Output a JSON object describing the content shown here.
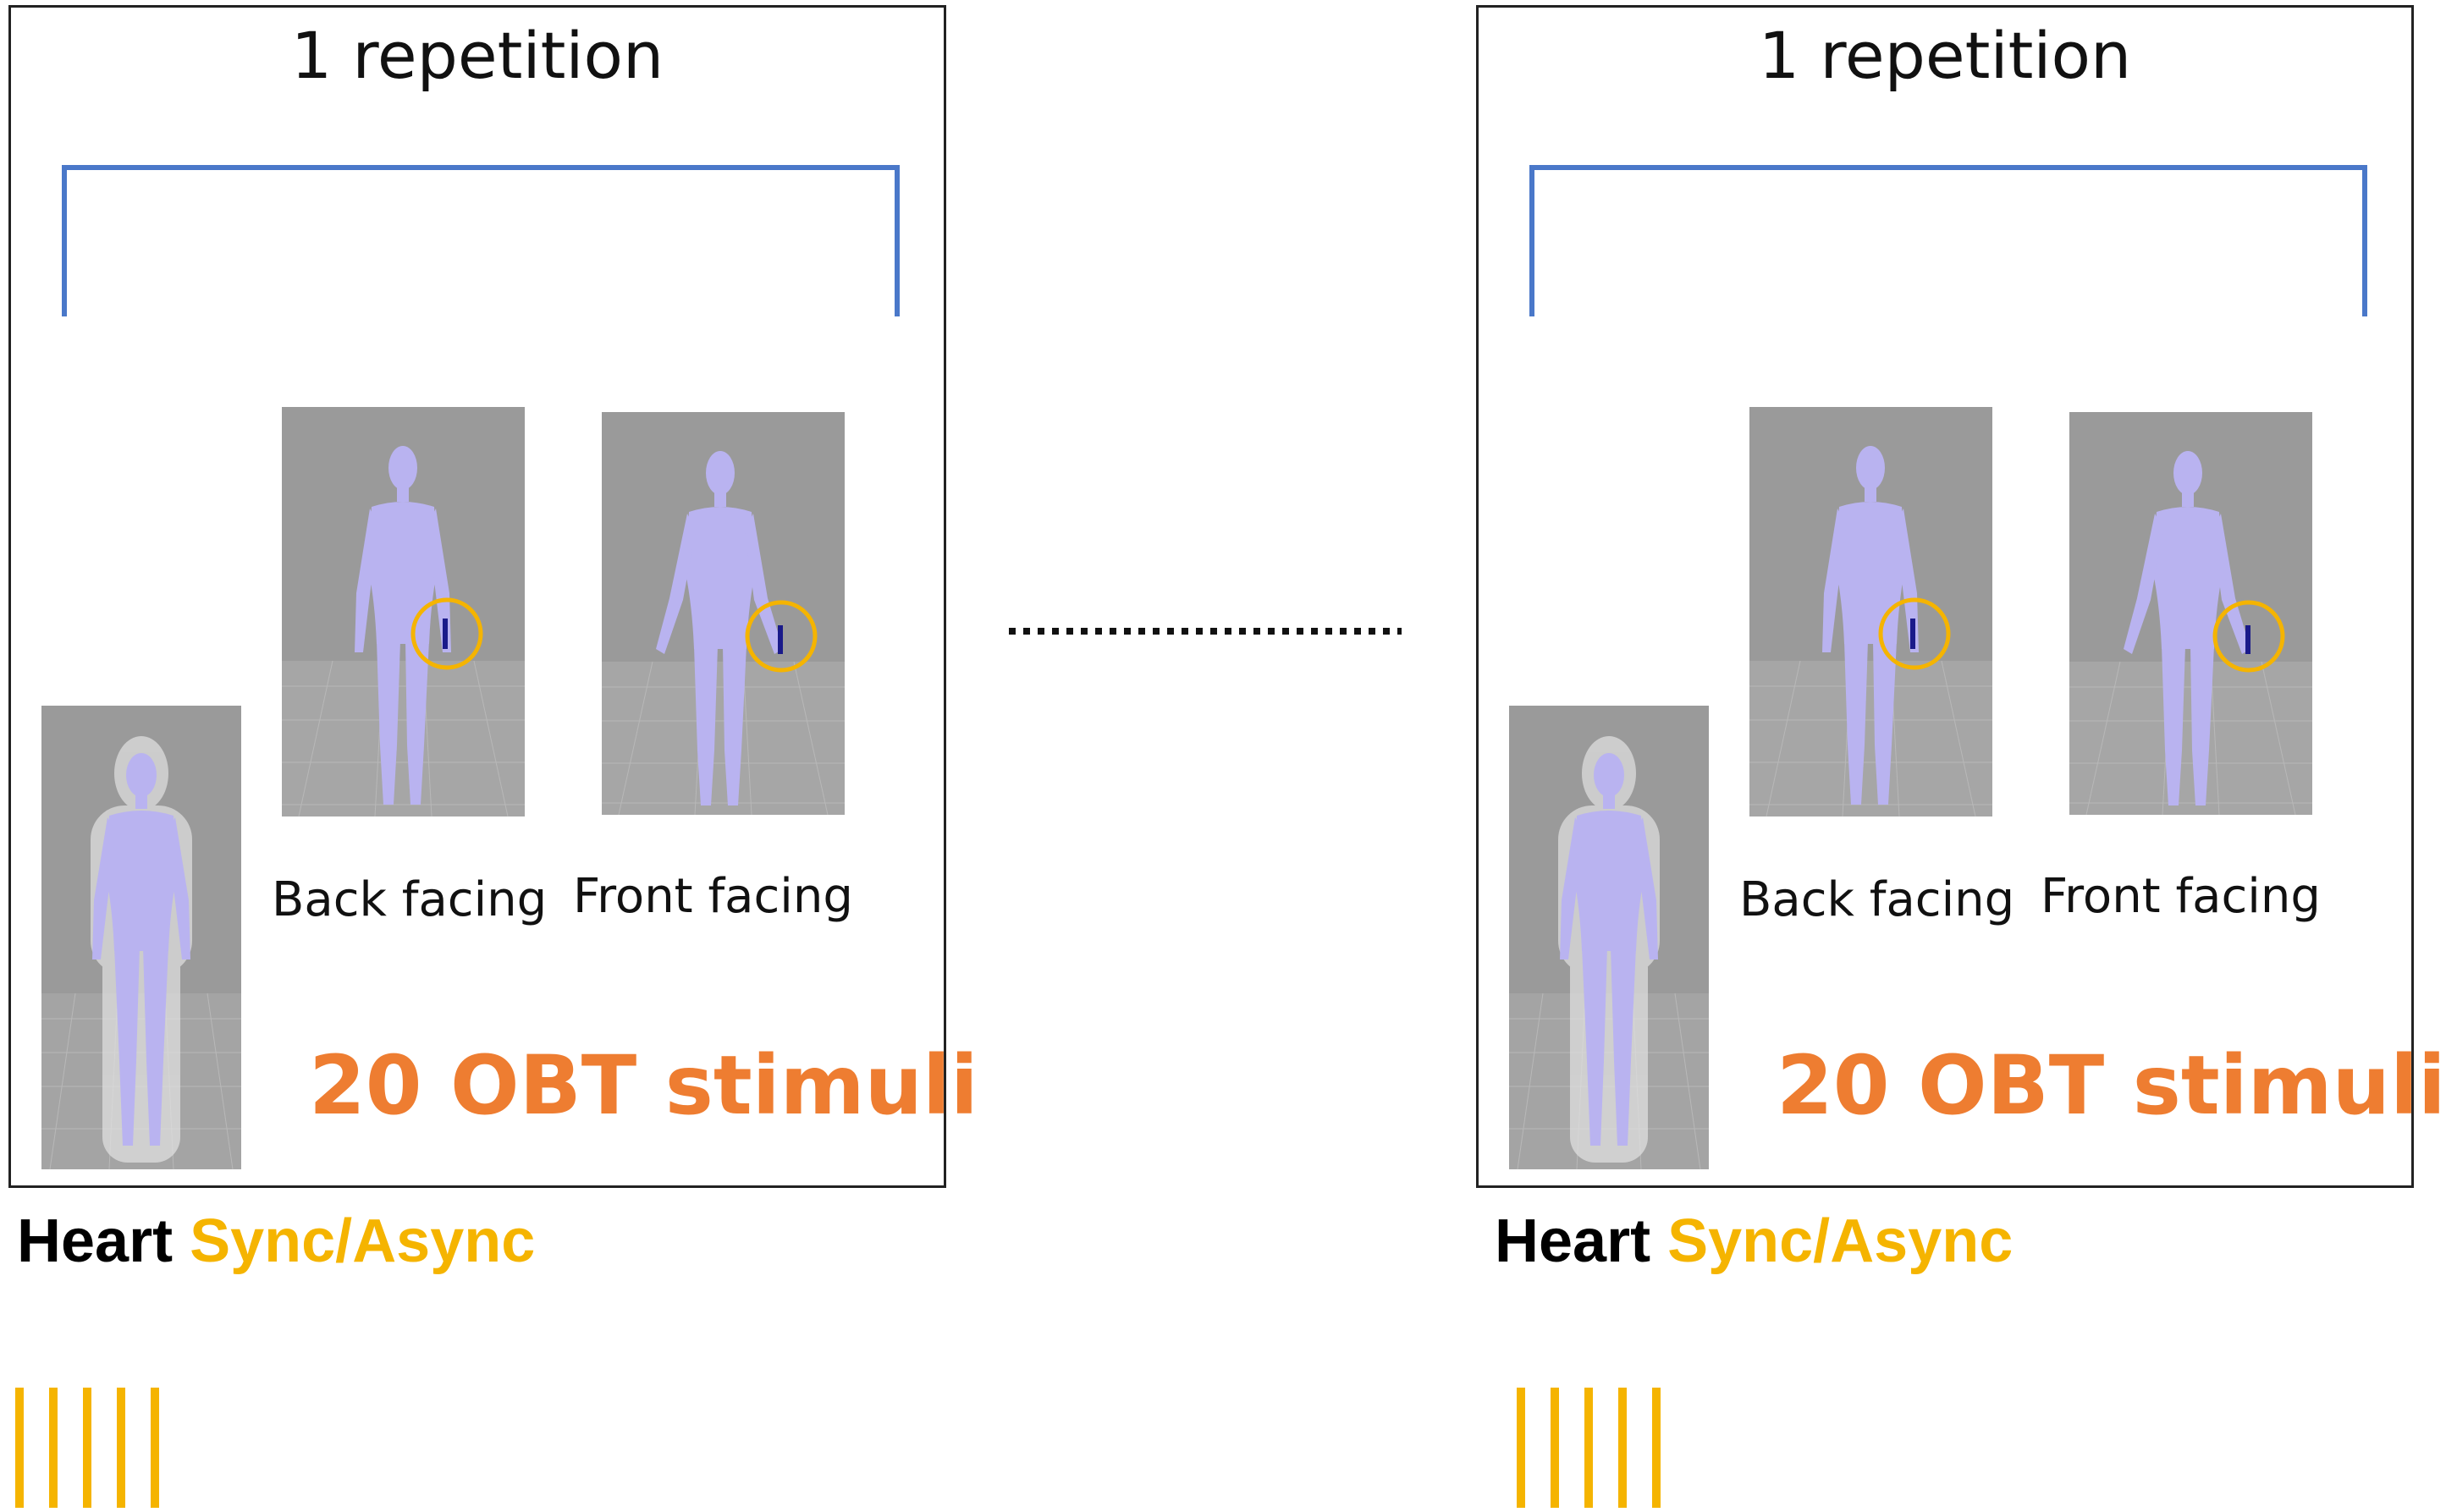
{
  "panels": [
    {
      "repetition_label": "1 repetition",
      "captions": {
        "back": "Back facing",
        "front": "Front facing"
      },
      "stimuli_label": "20 OBT stimuli",
      "heart_label": "Heart",
      "sync_label": "Sync/Async",
      "beat_count": 5
    },
    {
      "repetition_label": "1 repetition",
      "captions": {
        "back": "Back facing",
        "front": "Front facing"
      },
      "stimuli_label": "20 OBT stimuli",
      "heart_label": "Heart",
      "sync_label": "Sync/Async",
      "beat_count": 5
    }
  ],
  "colors": {
    "bracket": "#4a78c9",
    "stimuli": "#ee7d31",
    "sync": "#f5b400",
    "beats": "#f5b400",
    "highlight_circle": "#f5b400",
    "avatar": "#b9b3f0",
    "thumb_background": "#9a9a9a"
  },
  "icons": {
    "avatar": "human-avatar-icon",
    "highlight": "circle-highlight-icon",
    "ellipsis": "dotted-separator"
  }
}
